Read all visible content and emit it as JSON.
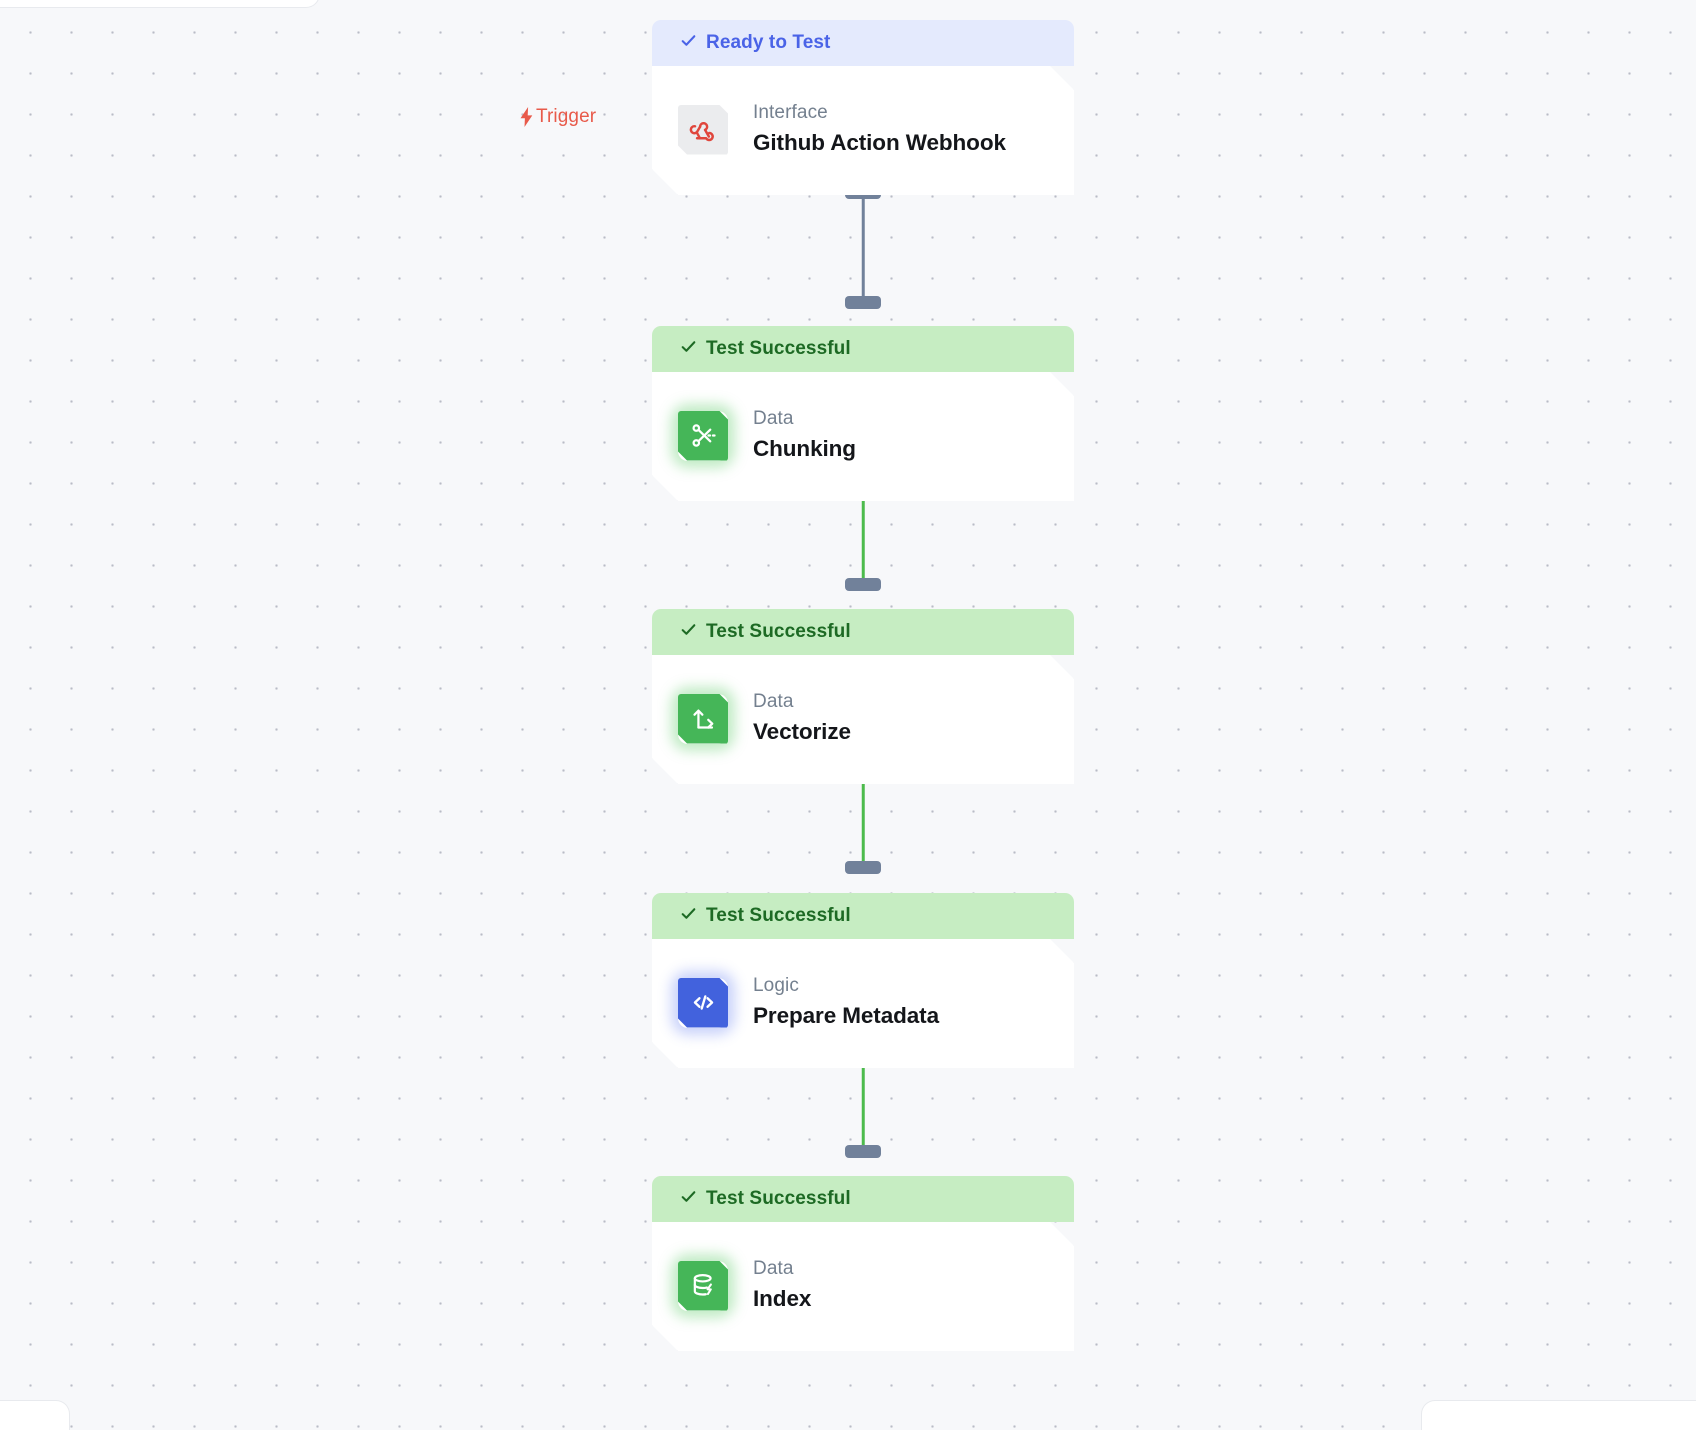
{
  "canvas": {
    "background_color": "#f7f8fa",
    "grid": "dot-grid"
  },
  "trigger": {
    "label": "Trigger",
    "color": "#e85a4a",
    "icon": "lightning-bolt-icon"
  },
  "status_colors": {
    "ready_bg": "#e4eafd",
    "ready_text": "#4a63e7",
    "success_bg": "#c6edc2",
    "success_text": "#1d6a24"
  },
  "edges": [
    {
      "from": "github-action-webhook",
      "to": "chunking",
      "color": "#71819a"
    },
    {
      "from": "chunking",
      "to": "vectorize",
      "color": "#4cbb4c"
    },
    {
      "from": "vectorize",
      "to": "prepare-metadata",
      "color": "#4cbb4c"
    },
    {
      "from": "prepare-metadata",
      "to": "index",
      "color": "#4cbb4c"
    }
  ],
  "nodes": [
    {
      "id": "github-action-webhook",
      "status": "Ready to Test",
      "status_type": "ready",
      "kind": "Interface",
      "title": "Github Action Webhook",
      "icon": "webhook-icon",
      "icon_color": "#e0463c",
      "tile_color": "#ebecee"
    },
    {
      "id": "chunking",
      "status": "Test Successful",
      "status_type": "success",
      "kind": "Data",
      "title": "Chunking",
      "icon": "scissors-icon",
      "icon_color": "#ffffff",
      "tile_color": "#45b658"
    },
    {
      "id": "vectorize",
      "status": "Test Successful",
      "status_type": "success",
      "kind": "Data",
      "title": "Vectorize",
      "icon": "vector-arrows-icon",
      "icon_color": "#ffffff",
      "tile_color": "#45b658"
    },
    {
      "id": "prepare-metadata",
      "status": "Test Successful",
      "status_type": "success",
      "kind": "Logic",
      "title": "Prepare Metadata",
      "icon": "code-brackets-icon",
      "icon_color": "#ffffff",
      "tile_color": "#4262dd"
    },
    {
      "id": "index",
      "status": "Test Successful",
      "status_type": "success",
      "kind": "Data",
      "title": "Index",
      "icon": "database-lightning-icon",
      "icon_color": "#ffffff",
      "tile_color": "#45b658"
    }
  ]
}
